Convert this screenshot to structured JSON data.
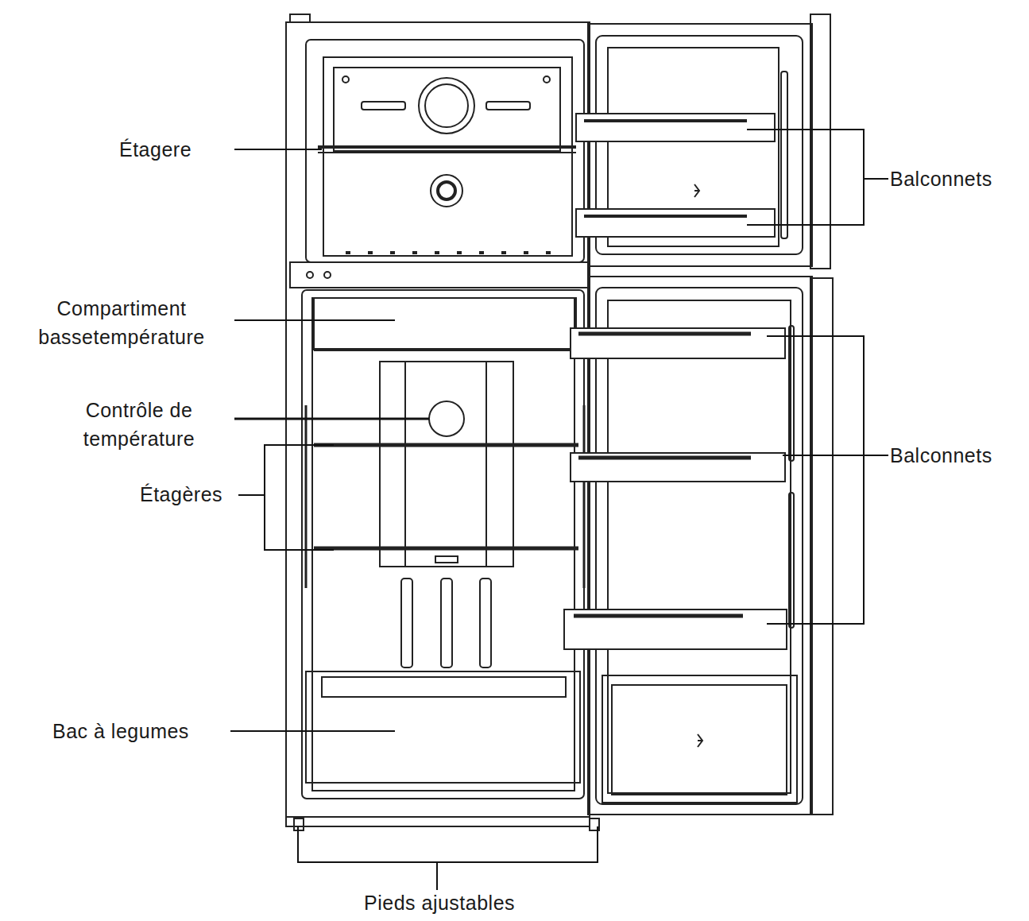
{
  "diagram": {
    "labels": [
      "Étagere",
      "Balconnets",
      "Compartiment bassetempérature",
      "Contrôle de température",
      "Balconnets",
      "Étagères",
      "Bac à legumes",
      "Pieds ajustables"
    ]
  }
}
